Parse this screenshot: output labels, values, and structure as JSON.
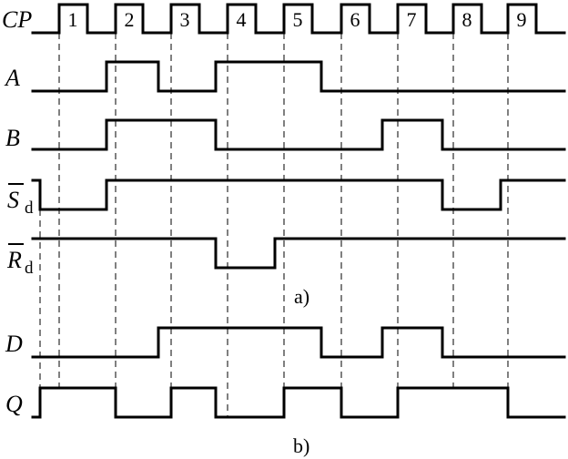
{
  "diagram": {
    "signals": [
      {
        "id": "cp",
        "label": "CP",
        "sub": "",
        "overbar": false
      },
      {
        "id": "a",
        "label": "A",
        "sub": "",
        "overbar": false
      },
      {
        "id": "b",
        "label": "B",
        "sub": "",
        "overbar": false
      },
      {
        "id": "sd",
        "label": "S",
        "sub": "d",
        "overbar": true
      },
      {
        "id": "rd",
        "label": "R",
        "sub": "d",
        "overbar": true
      },
      {
        "id": "d",
        "label": "D",
        "sub": "",
        "overbar": false
      },
      {
        "id": "q",
        "label": "Q",
        "sub": "",
        "overbar": false
      }
    ],
    "pulse_numbers": [
      "1",
      "2",
      "3",
      "4",
      "5",
      "6",
      "7",
      "8",
      "9"
    ],
    "captions": {
      "a": "a)",
      "b": "b)"
    }
  }
}
